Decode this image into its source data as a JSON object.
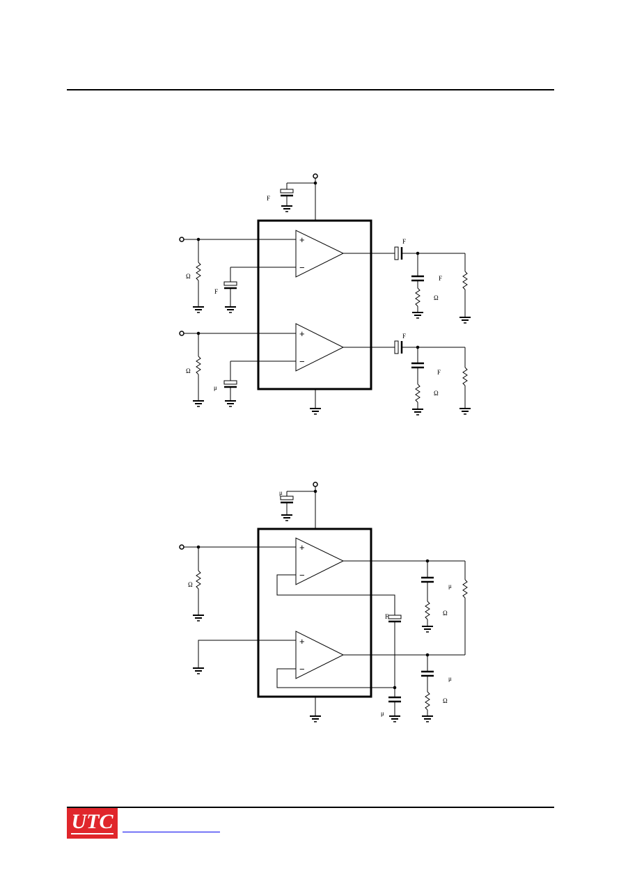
{
  "header": {
    "rule": "top-rule"
  },
  "circuit1": {
    "name": "stereo-application-circuit",
    "supply_cap_label": "F",
    "out_cap1_label": "F",
    "out_cap2_label": "F",
    "in_res1_label": "Ω",
    "in_res2_label": "Ω",
    "fb_cap1_label": "F",
    "fb_cap2_label": "μ",
    "zobel_cap1_label": "F",
    "zobel_res1_label": "Ω",
    "zobel_cap2_label": "F",
    "zobel_res2_label": "Ω",
    "opamp_plus": "+",
    "opamp_minus": "−"
  },
  "circuit2": {
    "name": "bridge-application-circuit",
    "supply_cap_label": "μ",
    "in_res_label": "Ω",
    "mid_cap_label": "F",
    "bottom_cap_label": "μ",
    "zobel_cap1_label": "μ",
    "zobel_res1_label": "Ω",
    "zobel_cap2_label": "μ",
    "zobel_res2_label": "Ω",
    "opamp_plus": "+",
    "opamp_minus": "−"
  },
  "footer": {
    "logo_text": "UTC",
    "colors": {
      "logo_bg": "#e0262b",
      "logo_fg": "#ffffff",
      "link": "#0000ee"
    }
  }
}
